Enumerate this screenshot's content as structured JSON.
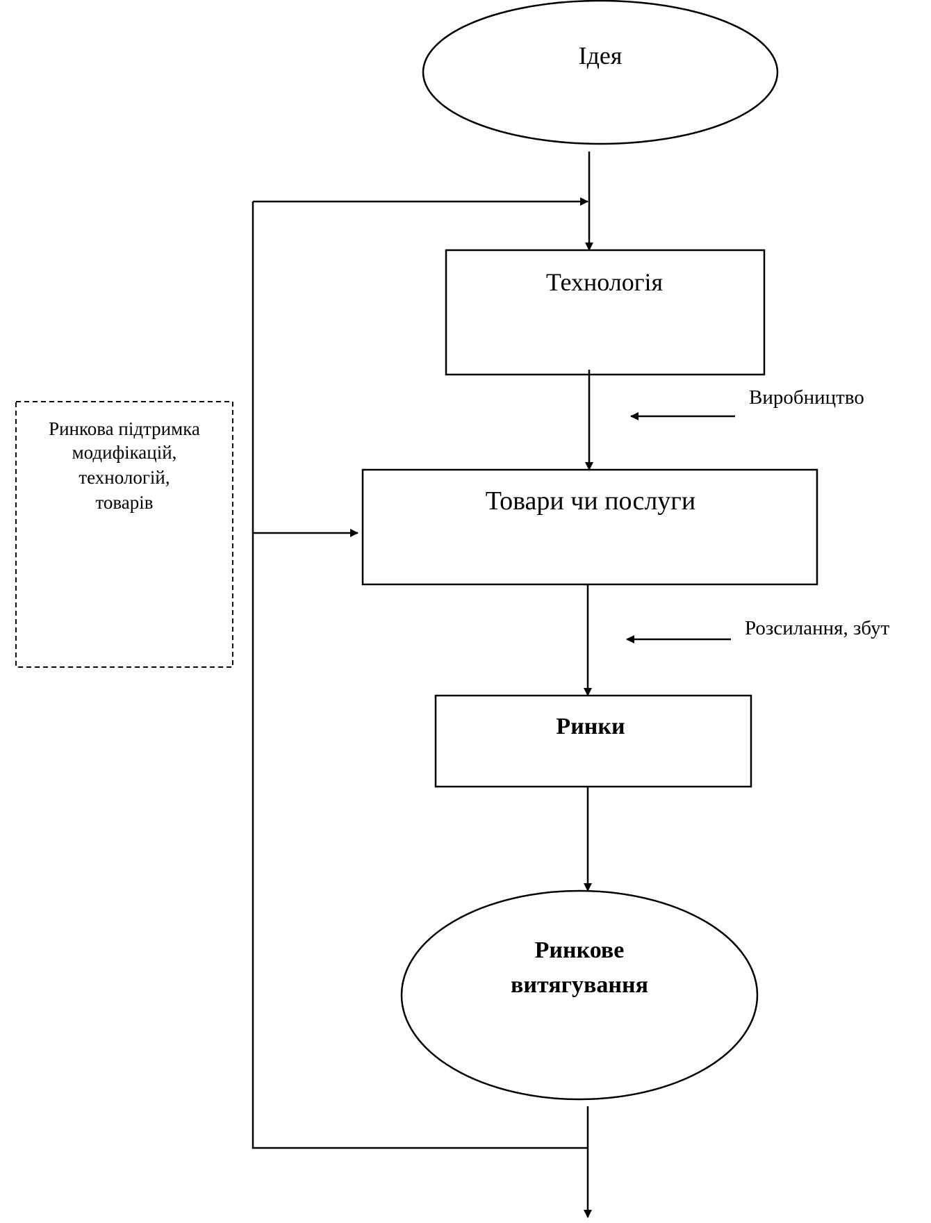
{
  "nodes": {
    "idea": "Ідея",
    "technology": "Технологія",
    "goods": "Товари чи послуги",
    "markets": "Ринки",
    "market_pull_line1": "Ринкове",
    "market_pull_line2": "витягування"
  },
  "side_labels": {
    "production": "Виробництво",
    "distribution": "Розсилання, збут"
  },
  "support_box": {
    "line1": "Ринкова підтримка",
    "line2": "модифікацій,",
    "line3": "технологій,",
    "line4": "товарів"
  },
  "colors": {
    "stroke": "#000000",
    "background": "#ffffff"
  }
}
